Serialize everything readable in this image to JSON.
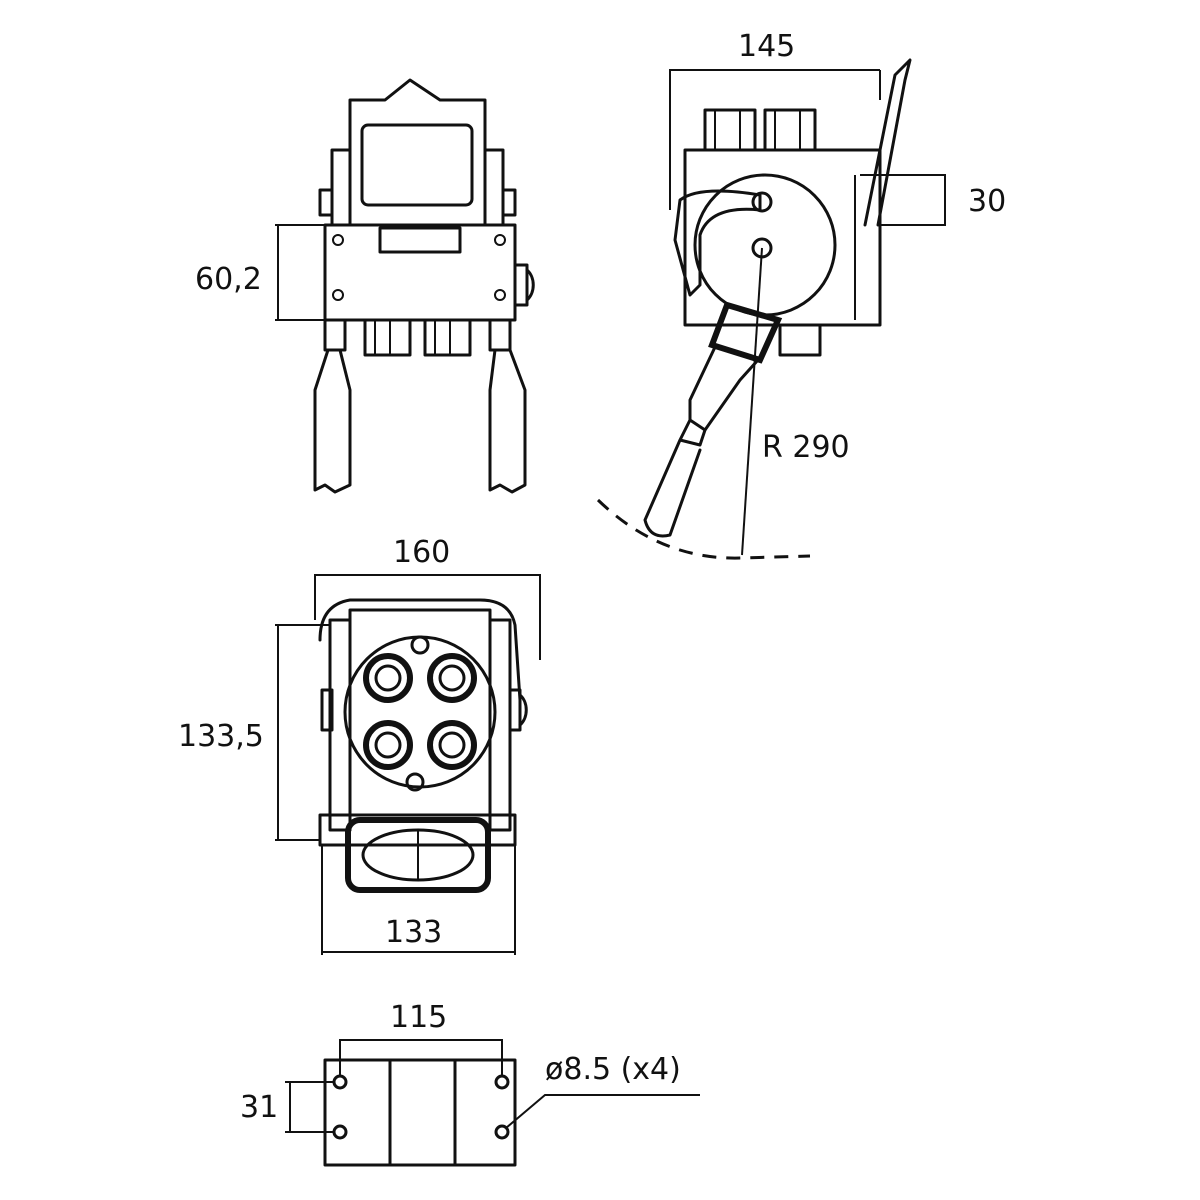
{
  "drawing": {
    "front_view": {
      "height_label": "60,2"
    },
    "side_view": {
      "width_label": "145",
      "offset_label": "30",
      "radius_label": "R 290"
    },
    "bottom_view": {
      "outer_width_label": "160",
      "height_label": "133,5",
      "base_width_label": "133"
    },
    "mounting_view": {
      "hole_spacing_label": "115",
      "hole_pitch_label": "31",
      "hole_label": "ø8.5 (x4)"
    }
  }
}
